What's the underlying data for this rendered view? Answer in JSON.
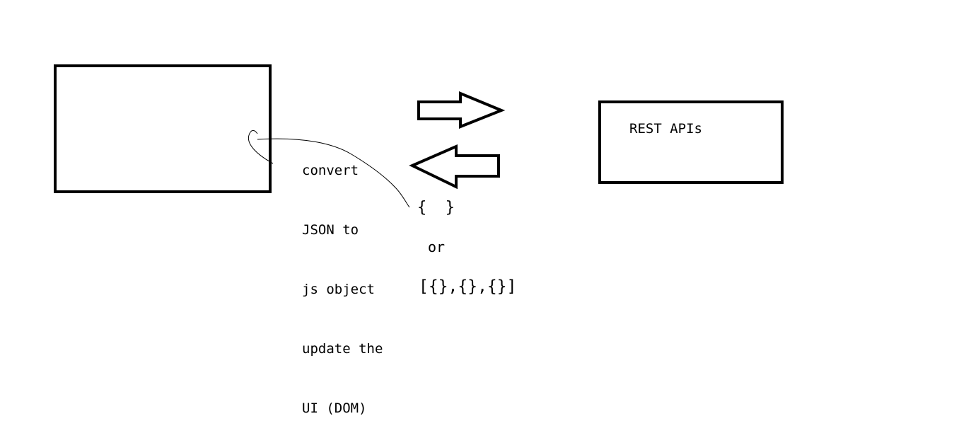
{
  "client": {
    "label": ""
  },
  "server": {
    "label": "REST APIs"
  },
  "note": {
    "lines": [
      "convert",
      "JSON to",
      "js object",
      "update the",
      "UI (DOM)"
    ]
  },
  "payload": {
    "object": "{  }",
    "or": "or",
    "array": "[{},{},{}]"
  },
  "arrows": {
    "request": "right-arrow",
    "response": "left-arrow"
  },
  "colors": {
    "ink": "#000000",
    "paper": "#ffffff"
  }
}
